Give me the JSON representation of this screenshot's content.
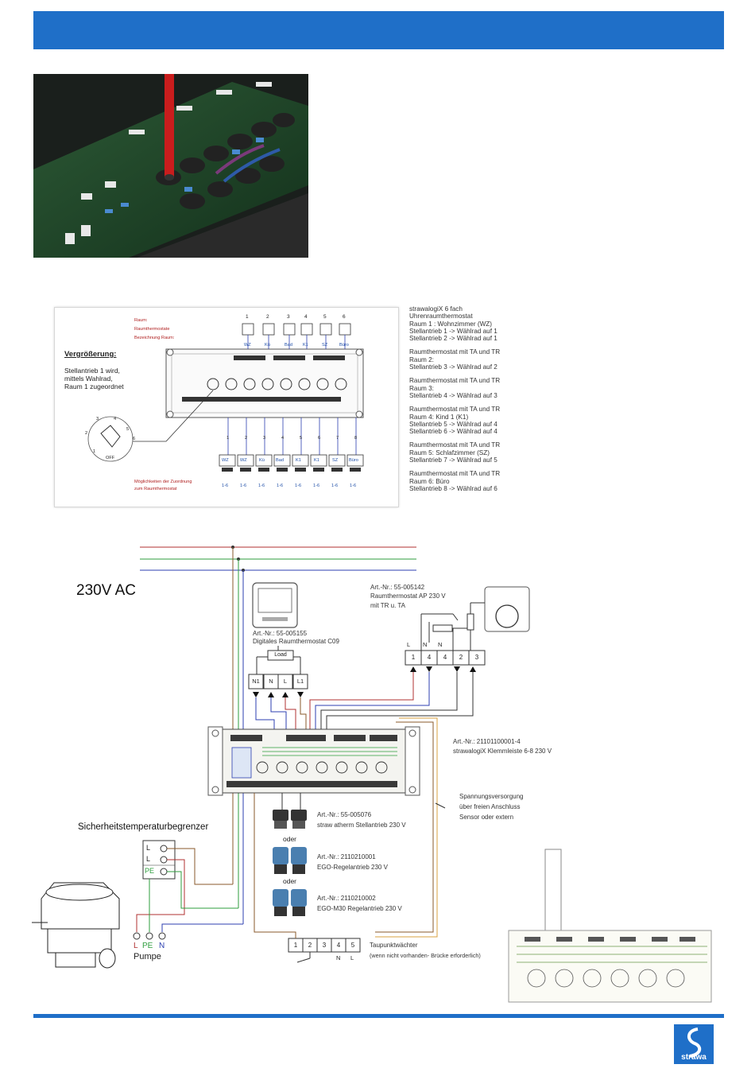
{
  "diagram1": {
    "labels": {
      "raum": "Raum:",
      "raumthermostate": "Raumthermostate",
      "bezeichnung": "Bezeichnung Raum:",
      "vergroesserung": "Vergrößerung:",
      "note_lines": [
        "Stellantrieb 1 wird,",
        "mittels Wahlrad,",
        "Raum 1 zugeordnet"
      ],
      "off": "OFF",
      "moeglichkeiten": [
        "Möglichkeiten der Zuordnung",
        "zum Raumthermostat"
      ]
    },
    "room_numbers": [
      "1",
      "2",
      "3",
      "4",
      "5",
      "6"
    ],
    "room_names": [
      "WZ",
      "Kü",
      "Bad",
      "K1",
      "SZ",
      "Büro"
    ],
    "actuator_numbers": [
      "1",
      "2",
      "3",
      "4",
      "5",
      "6",
      "7",
      "8"
    ],
    "actuator_names": [
      "WZ",
      "WZ",
      "Kü",
      "Bad",
      "K1",
      "K1",
      "SZ",
      "Büro"
    ],
    "dial_numbers": [
      "1",
      "2",
      "3",
      "4",
      "5",
      "6"
    ],
    "assignment_value": "1-6"
  },
  "legend_lines": [
    "strawalogiX 6 fach",
    "Uhrenraumthermostat",
    "Raum 1 : Wohnzimmer (WZ)",
    "Stellantrieb 1 -> Wählrad auf 1",
    "Stellantrieb 2 -> Wählrad auf 1",
    "",
    "Raumthermostat mit TA und TR",
    "Raum 2:",
    "Stellantrieb 3 -> Wählrad auf 2",
    "",
    "Raumthermostat mit TA und TR",
    "Raum 3:",
    "Stellantrieb 4 -> Wählrad auf 3",
    "",
    "Raumthermostat mit TA und TR",
    "Raum 4: Kind 1 (K1)",
    "Stellantrieb 5 -> Wählrad auf 4",
    "Stellantrieb 6 -> Wählrad auf 4",
    "",
    "Raumthermostat mit TA und TR",
    "Raum 5: Schlafzimmer (SZ)",
    "Stellantrieb 7 -> Wählrad auf 5",
    "",
    "Raumthermostat mit TA und TR",
    "Raum 6: Büro",
    "Stellantrieb 8 -> Wählrad auf 6"
  ],
  "wiring": {
    "voltage": "230V AC",
    "thermostat_c09": {
      "art": "Art.-Nr.: 55-005155",
      "name": "Digitales Raumthermostat C09",
      "load": "Load",
      "terminals": [
        "N1",
        "N",
        "L",
        "L1"
      ]
    },
    "thermostat_ap": {
      "art": "Art.-Nr.: 55-005142",
      "name": "Raumthermostat AP 230 V",
      "sub": "mit TR u. TA",
      "top_labels": [
        "L",
        "N",
        "N"
      ],
      "terminals": [
        "1",
        "4",
        "4",
        "2",
        "3"
      ]
    },
    "terminal_strip": {
      "art": "Art.-Nr.: 21101100001-4",
      "name": "strawalogiX Klemmleiste 6-8 230 V"
    },
    "supply": [
      "Spannungsversorgung",
      "über freien Anschluss",
      "Sensor oder extern"
    ],
    "actuator1": {
      "art": "Art.-Nr.: 55-005076",
      "name": "straw atherm Stellantrieb 230 V"
    },
    "oder": "oder",
    "actuator2": {
      "art": "Art.-Nr.: 2110210001",
      "name": "EGO-Regelantrieb 230 V"
    },
    "actuator3": {
      "art": "Art.-Nr.: 2110210002",
      "name": "EGO-M30 Regelantrieb 230 V"
    },
    "stb": {
      "title": "Sicherheitstemperaturbegrenzer",
      "terminals": [
        "L",
        "L",
        "PE"
      ]
    },
    "pump": {
      "terms": [
        "L",
        "PE",
        "N"
      ],
      "name": "Pumpe"
    },
    "dewpoint": {
      "terminals": [
        "1",
        "2",
        "3",
        "4",
        "5"
      ],
      "sub": [
        "N",
        "L"
      ],
      "name": "Taupunktwächter",
      "note": "(wenn nicht vorhanden- Brücke erforderlich)"
    }
  },
  "logo": "strawa",
  "colors": {
    "brand": "#1f6fc8",
    "wire_red": "#b03030",
    "wire_green": "#2e9e3e",
    "wire_blue": "#2c3fb0",
    "wire_brown": "#8a5a2b"
  }
}
